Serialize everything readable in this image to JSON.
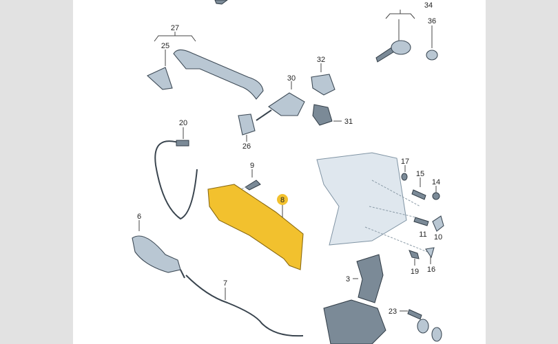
{
  "diagram": {
    "title": "Door lock / handle exploded parts diagram",
    "highlight_color": "#f2c12e",
    "highlighted_part": "8",
    "callouts": [
      "34",
      "36",
      "27",
      "25",
      "32",
      "30",
      "31",
      "26",
      "20",
      "17",
      "15",
      "14",
      "9",
      "8",
      "6",
      "11",
      "10",
      "19",
      "16",
      "3",
      "7",
      "23"
    ]
  }
}
